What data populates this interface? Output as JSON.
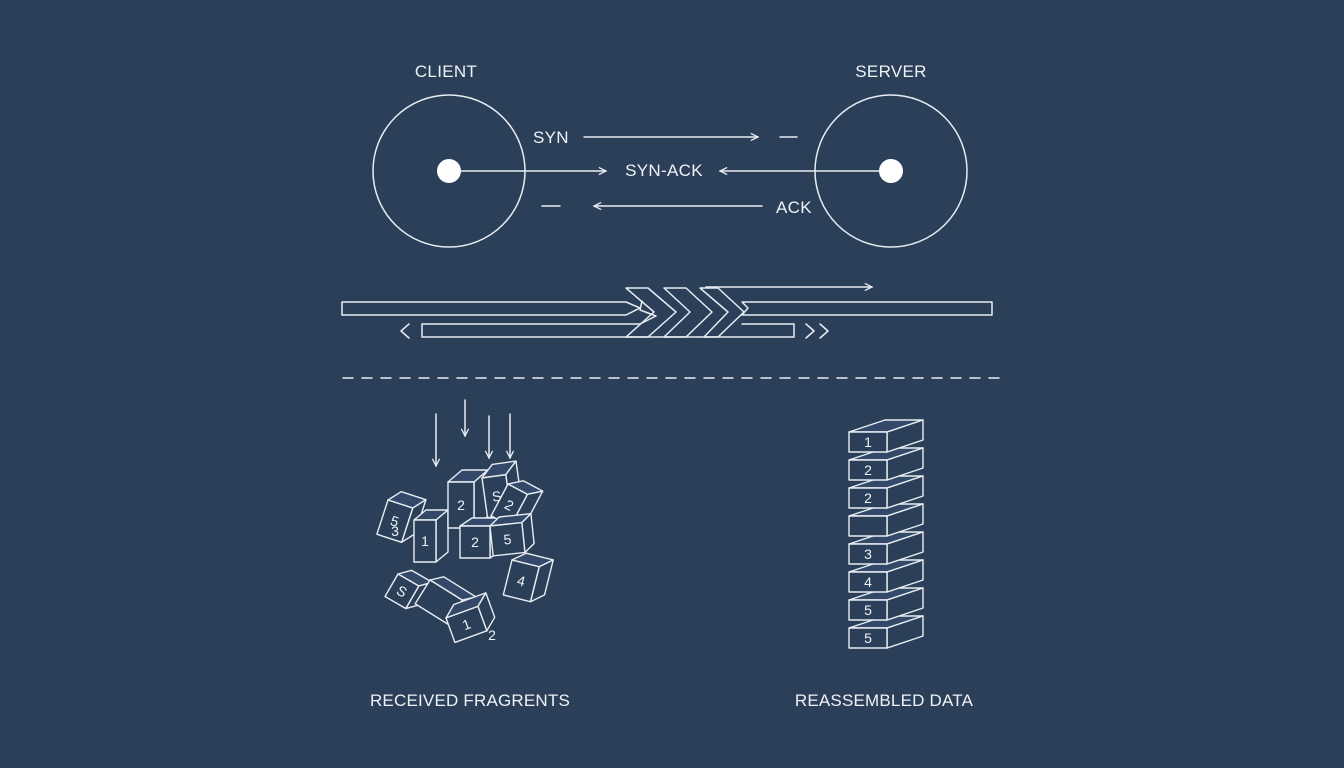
{
  "nodes": {
    "client": "CLIENT",
    "server": "SERVER"
  },
  "handshake": {
    "syn": "SYN",
    "syn_ack": "SYN-ACK",
    "ack": "ACK",
    "dash": "—"
  },
  "fragments": {
    "caption": "RECEIVED FRAGRENTS",
    "labels": [
      "5",
      "3",
      "1",
      "2",
      "2",
      "S",
      "2",
      "5",
      "4",
      "S",
      "1",
      "2"
    ]
  },
  "reassembled": {
    "caption": "REASSEMBLED DATA",
    "labels": [
      "1",
      "2",
      "2",
      "",
      "3",
      "4",
      "5",
      "5"
    ]
  },
  "colors": {
    "background": "#2c3f58",
    "line": "#e8edf3"
  }
}
